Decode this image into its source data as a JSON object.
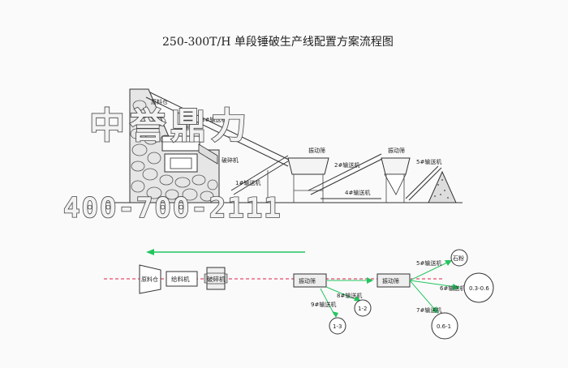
{
  "title": "250-300T/H  单段锤破生产线配置方案流程图",
  "watermark": {
    "company": "中誉鼎力",
    "phone": "400-700-2111"
  },
  "plant": {
    "labels": {
      "silo": "原料仓",
      "feeder": "给料机",
      "crusher": "破碎机",
      "conv1": "1#输送机",
      "conv2": "2#输送机",
      "conv3": "3#输送机",
      "conv4": "4#输送机",
      "conv5": "5#输送机",
      "screen1": "振动筛",
      "screen2": "振动筛"
    }
  },
  "flow": {
    "labels": {
      "silo": "原料仓",
      "feeder": "给料机",
      "crusher": "破碎机",
      "screen1": "振动筛",
      "screen2": "振动筛",
      "conv5": "5#输送机",
      "conv6": "6#输送机",
      "conv7": "7#输送机",
      "conv8": "8#输送机",
      "conv9": "9#输送机",
      "stone_powder": "石粉",
      "size_03_06": "0.3-0.6",
      "size_06_1": "0.6-1",
      "size_1_2": "1-2",
      "size_1_3": "1-3"
    },
    "colors": {
      "return_arrow": "#22c55e",
      "feed_line": "#e11d48",
      "conveyor_arrow": "#22c55e"
    }
  }
}
